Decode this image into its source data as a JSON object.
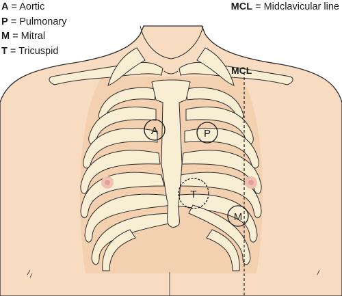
{
  "legend": {
    "aortic": {
      "key": "A",
      "text": " = Aortic"
    },
    "pulmonary": {
      "key": "P",
      "text": " = Pulmonary"
    },
    "mitral": {
      "key": "M",
      "text": " = Mitral"
    },
    "tricuspid": {
      "key": "T",
      "text": " = Tricuspid"
    },
    "mcl": {
      "key": "MCL",
      "text": " = Midclavicular line"
    }
  },
  "labels": {
    "mcl_line": "MCL",
    "aortic": "A",
    "pulmonary": "P",
    "tricuspid": "T",
    "mitral": "M"
  },
  "colors": {
    "skin": "#f7dcc2",
    "skin_shadow": "#f0c9a6",
    "bone": "#f8eed3",
    "outline": "#2a2a2a",
    "nipple": "#e3a0a0"
  }
}
